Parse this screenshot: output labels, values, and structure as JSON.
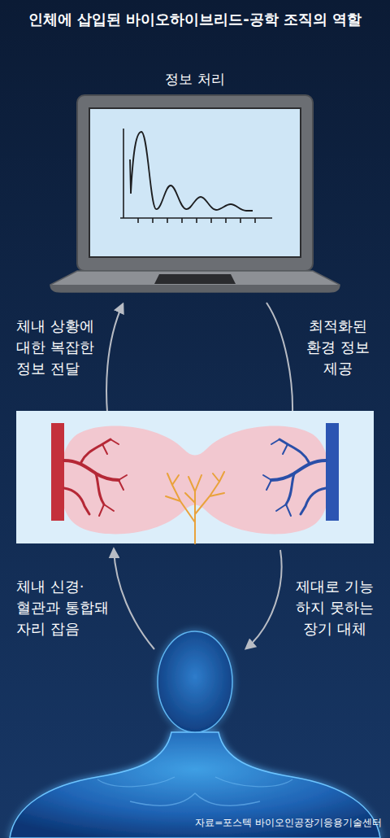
{
  "diagram": {
    "title": "인체에 삽입된 바이오하이브리드-공학 조직의 역할",
    "nodes": [
      {
        "text": [
          "정보 처리"
        ]
      }
    ],
    "labels": [
      "체내 상황에 대한 복잡한 정보 전달",
      "최적화된 환경 정보 제공",
      "체내 신경· 혈관과 통합돼 자리 잡음",
      "제대로 기능 하지 못하는 장기 대체",
      "자료=포스텍 바이오인공장기응용기술센터"
    ]
  }
}
